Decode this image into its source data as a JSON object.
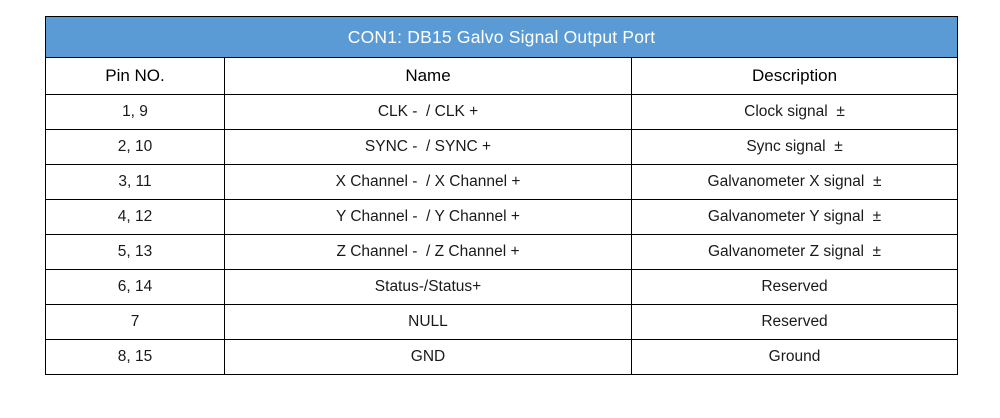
{
  "table": {
    "title": "CON1: DB15 Galvo Signal Output Port",
    "title_background": "#5B9BD5",
    "title_color": "#ffffff",
    "border_color": "#000000",
    "columns": [
      {
        "key": "pin",
        "label": "Pin NO."
      },
      {
        "key": "name",
        "label": "Name"
      },
      {
        "key": "desc",
        "label": "Description"
      }
    ],
    "rows": [
      {
        "pin": "1, 9",
        "name": "CLK -  / CLK +",
        "desc": "Clock signal  ±"
      },
      {
        "pin": "2, 10",
        "name": "SYNC -  / SYNC +",
        "desc": "Sync signal  ±"
      },
      {
        "pin": "3, 11",
        "name": "X Channel -  / X Channel +",
        "desc": "Galvanometer X signal  ±"
      },
      {
        "pin": "4, 12",
        "name": "Y Channel -  / Y Channel +",
        "desc": "Galvanometer Y signal  ±"
      },
      {
        "pin": "5, 13",
        "name": "Z Channel -  / Z Channel +",
        "desc": "Galvanometer Z signal  ±"
      },
      {
        "pin": "6, 14",
        "name": "Status-/Status+",
        "desc": "Reserved"
      },
      {
        "pin": "7",
        "name": "NULL",
        "desc": "Reserved"
      },
      {
        "pin": "8, 15",
        "name": "GND",
        "desc": "Ground"
      }
    ]
  }
}
